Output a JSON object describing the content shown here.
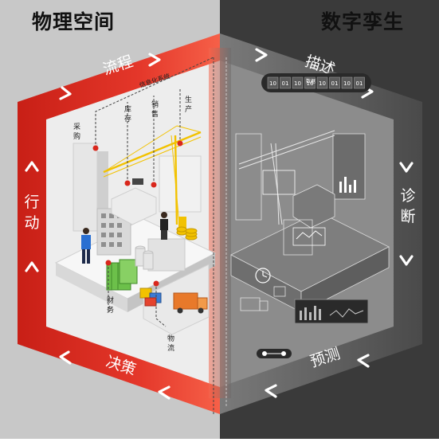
{
  "titles": {
    "physical": "物理空间",
    "digital": "数字孪生"
  },
  "ring_labels": {
    "process": "流程",
    "action": "行动",
    "decision": "决策",
    "describe": "描述",
    "diagnose": "诊断",
    "predict": "预测"
  },
  "flow_labels": {
    "info_system": "信息化系统",
    "purchase": "采购",
    "inventory": "库存",
    "sales": "销售",
    "production": "生产",
    "finance": "财务",
    "logistics": "物流"
  },
  "digital_bits": {
    "chip_label": "数据",
    "bits": [
      "10",
      "01",
      "10",
      "16",
      "10",
      "01",
      "10",
      "01"
    ]
  },
  "colors": {
    "left_bg": "#c8c8c8",
    "right_bg": "#3a3a3a",
    "red_ring": "#d9271c",
    "red_ring_light": "#f0503c",
    "grey_ring": "#5a5a5a",
    "grey_inner": "#8a8a8a",
    "crane_yellow": "#f2c200",
    "money_green": "#6cc04a"
  }
}
